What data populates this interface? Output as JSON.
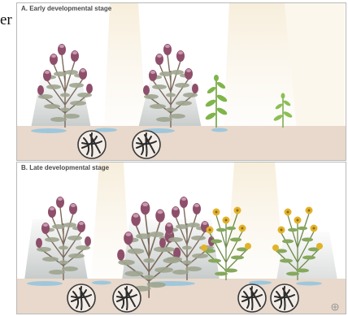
{
  "page": {
    "left_text_fragment": "er"
  },
  "figure": {
    "panel_a": {
      "label": "A. Early developmental stage"
    },
    "panel_b": {
      "label": "B. Late developmental stage"
    },
    "colors": {
      "soil": "#e8d9cc",
      "water": "#9fc7dc",
      "shadow": "#c9cccb",
      "light_beam": "#f7efe0",
      "sage_foliage": "#9fa58f",
      "purple_flower": "#8e4f6b",
      "green_seedling": "#7fb54a",
      "yellow_flower": "#e2b329",
      "stem": "#7c6a5a"
    },
    "icons": [
      "root-zoom-icon",
      "sun-light-beam",
      "water-puddle",
      "logo-mark-icon"
    ]
  }
}
